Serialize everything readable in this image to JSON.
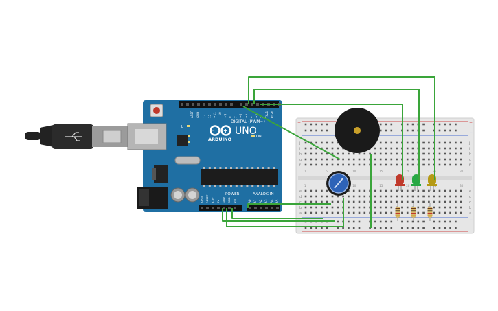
{
  "board": {
    "brand": "ARDUINO",
    "model": "UNO",
    "digital_header": "DIGITAL (PWM~)",
    "power_header": "POWER",
    "analog_header": "ANALOG IN",
    "on_label": "ON",
    "l_label": "L",
    "tx_label": "TX",
    "rx_label": "RX",
    "aref": "AREF",
    "gnd": "GND",
    "digital_pins": [
      "13",
      "12",
      "~11",
      "~10",
      "~9",
      "8",
      "7",
      "~6",
      "~5",
      "4",
      "~3",
      "2",
      "TX▸1",
      "RX◂0"
    ],
    "power_pins": [
      "IOREF",
      "RESET",
      "3.3V",
      "5V",
      "GND",
      "GND",
      "Vin"
    ],
    "analog_pins": [
      "A0",
      "A1",
      "A2",
      "A3",
      "A4",
      "A5"
    ]
  },
  "breadboard": {
    "rows_top": [
      "j",
      "i",
      "h",
      "g",
      "f"
    ],
    "rows_bottom": [
      "e",
      "d",
      "c",
      "b",
      "a"
    ],
    "col_numbers": [
      "1",
      "",
      "",
      "",
      "5",
      "",
      "",
      "",
      "",
      "10",
      "",
      "",
      "",
      "",
      "15",
      "",
      "",
      "",
      "",
      "20",
      "",
      "",
      "",
      "",
      "25",
      "",
      "",
      "",
      "",
      "30"
    ],
    "rail_plus": "+",
    "rail_minus": "−"
  },
  "components": {
    "leds": [
      {
        "name": "red-led",
        "color": "#c0392b"
      },
      {
        "name": "green-led",
        "color": "#27a844"
      },
      {
        "name": "yellow-led",
        "color": "#b59a15"
      }
    ],
    "wire_color": "#3aa53a"
  }
}
